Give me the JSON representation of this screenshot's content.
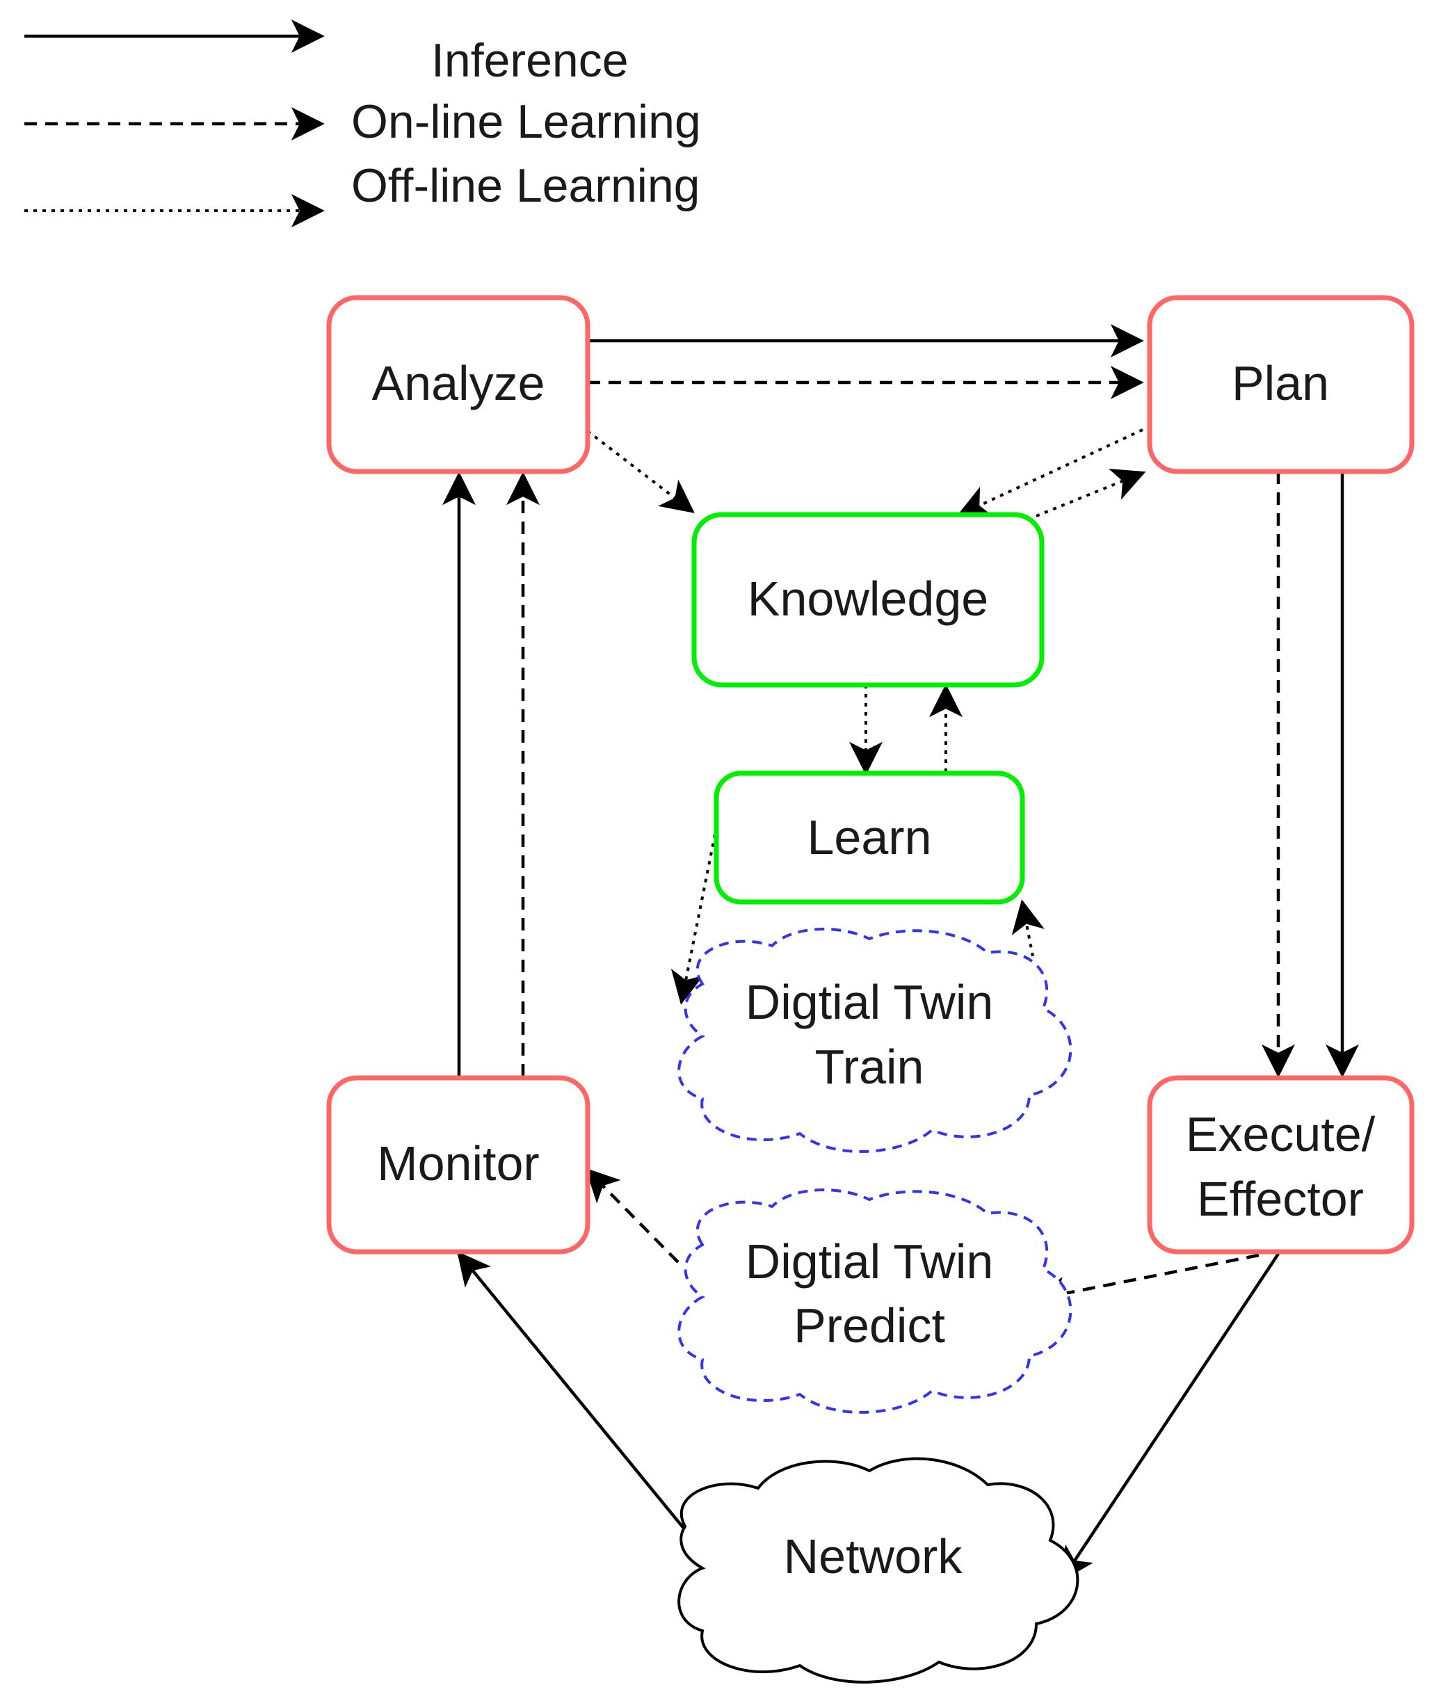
{
  "legend": {
    "inference": "Inference",
    "online": "On-line Learning",
    "offline": "Off-line Learning"
  },
  "nodes": {
    "analyze": "Analyze",
    "plan": "Plan",
    "knowledge": "Knowledge",
    "learn": "Learn",
    "dt_train_line1": "Digtial Twin",
    "dt_train_line2": "Train",
    "monitor": "Monitor",
    "execute_line1": "Execute/",
    "execute_line2": "Effector",
    "dt_predict_line1": "Digtial Twin",
    "dt_predict_line2": "Predict",
    "network": "Network"
  },
  "colors": {
    "mape_border": "#ff6666",
    "knowledge_border": "#00ee00",
    "twin_border": "#3333ee",
    "network_border": "#000000",
    "edge": "#000000"
  }
}
